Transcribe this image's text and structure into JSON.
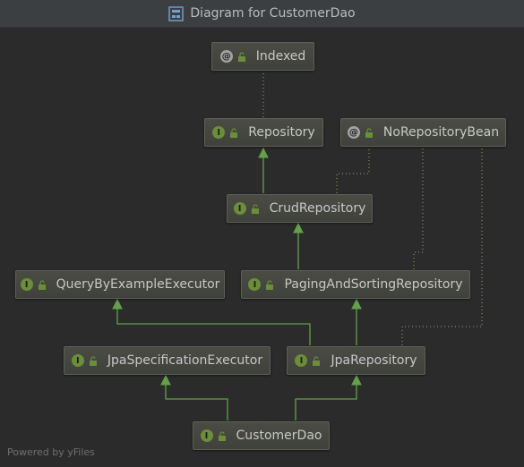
{
  "window": {
    "title": "Diagram for CustomerDao",
    "title_icon": "diagram-icon"
  },
  "nodes": {
    "indexed": {
      "label": "Indexed",
      "kind": "annotation",
      "badge": "@"
    },
    "repository": {
      "label": "Repository",
      "kind": "interface",
      "badge": "I"
    },
    "no_repository_bean": {
      "label": "NoRepositoryBean",
      "kind": "annotation",
      "badge": "@"
    },
    "crud_repository": {
      "label": "CrudRepository",
      "kind": "interface",
      "badge": "I"
    },
    "query_by_example_executor": {
      "label": "QueryByExampleExecutor",
      "kind": "interface",
      "badge": "I"
    },
    "paging_and_sorting_repository": {
      "label": "PagingAndSortingRepository",
      "kind": "interface",
      "badge": "I"
    },
    "jpa_specification_executor": {
      "label": "JpaSpecificationExecutor",
      "kind": "interface",
      "badge": "I"
    },
    "jpa_repository": {
      "label": "JpaRepository",
      "kind": "interface",
      "badge": "I"
    },
    "customer_dao": {
      "label": "CustomerDao",
      "kind": "interface",
      "badge": "I"
    }
  },
  "edges": [
    {
      "from": "repository",
      "to": "indexed",
      "type": "annotated-by"
    },
    {
      "from": "crud_repository",
      "to": "repository",
      "type": "extends"
    },
    {
      "from": "crud_repository",
      "to": "no_repository_bean",
      "type": "annotated-by"
    },
    {
      "from": "paging_and_sorting_repository",
      "to": "crud_repository",
      "type": "extends"
    },
    {
      "from": "paging_and_sorting_repository",
      "to": "no_repository_bean",
      "type": "annotated-by"
    },
    {
      "from": "jpa_repository",
      "to": "query_by_example_executor",
      "type": "extends"
    },
    {
      "from": "jpa_repository",
      "to": "paging_and_sorting_repository",
      "type": "extends"
    },
    {
      "from": "jpa_repository",
      "to": "no_repository_bean",
      "type": "annotated-by"
    },
    {
      "from": "customer_dao",
      "to": "jpa_specification_executor",
      "type": "extends"
    },
    {
      "from": "customer_dao",
      "to": "jpa_repository",
      "type": "extends"
    }
  ],
  "colors": {
    "background": "#2b2b2b",
    "extends_edge": "#62a04a",
    "annotation_edge": "#a3a36a",
    "interface_badge": "#6a8e3a"
  },
  "footer": {
    "text": "Powered by yFiles"
  }
}
